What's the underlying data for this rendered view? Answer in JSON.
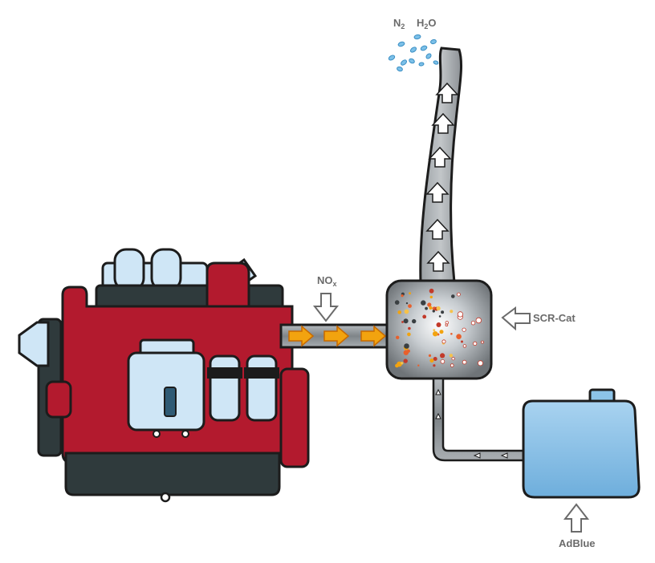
{
  "labels": {
    "nox": {
      "main": "NO",
      "sub": "x"
    },
    "n2": {
      "main": "N",
      "sub": "2"
    },
    "h2o": {
      "main": "H",
      "sub": "2",
      "tail": "O"
    },
    "scr_cat": "SCR-Cat",
    "adblue": "AdBlue"
  },
  "colors": {
    "engine_red": "#b31a2e",
    "engine_dark": "#2f3a3c",
    "component_light_blue": "#cfe6f6",
    "pipe_gray": "#8d9296",
    "flow_arrow_orange": "#f2a30f",
    "tank_blue": "#8cc3e8",
    "outline": "#1c1c1c",
    "label_gray": "#6b6b6b"
  },
  "icons": {
    "nox_arrow": "arrow-down-outline-icon",
    "scr_arrow": "arrow-left-outline-icon",
    "adblue_arrow": "arrow-up-outline-icon",
    "flow_arrows": "arrow-right-filled-icon",
    "stack_arrows": "arrow-up-filled-icon",
    "droplets": "water-droplet-icon"
  }
}
